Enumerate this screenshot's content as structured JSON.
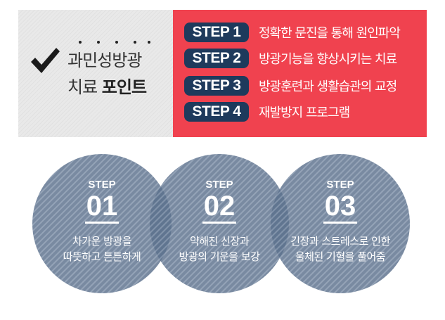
{
  "header": {
    "title_line1": "과민성방광",
    "title_line2_light": "치료 ",
    "title_line2_bold": "포인트"
  },
  "steps": [
    {
      "label": "STEP 1",
      "text": "정확한 문진을 통해 원인파악"
    },
    {
      "label": "STEP 2",
      "text": "방광기능을 향상시키는 치료"
    },
    {
      "label": "STEP 3",
      "text": "방광훈련과 생활습관의 교정"
    },
    {
      "label": "STEP 4",
      "text": "재발방지 프로그램"
    }
  ],
  "circles": [
    {
      "step": "STEP",
      "num": "01",
      "line1": "차가운 방광을",
      "line2": "따뜻하고 튼튼하게"
    },
    {
      "step": "STEP",
      "num": "02",
      "line1": "약해진 신장과",
      "line2": "방광의 기운을 보강"
    },
    {
      "step": "STEP",
      "num": "03",
      "line1": "긴장과 스트레스로 인한",
      "line2": "울체된 기혈을 풀어줌"
    }
  ],
  "colors": {
    "accent": "#f0424f",
    "pill": "#1e3a5c",
    "circle": "#566d8a"
  },
  "icons": {
    "check": "checkmark-icon"
  }
}
